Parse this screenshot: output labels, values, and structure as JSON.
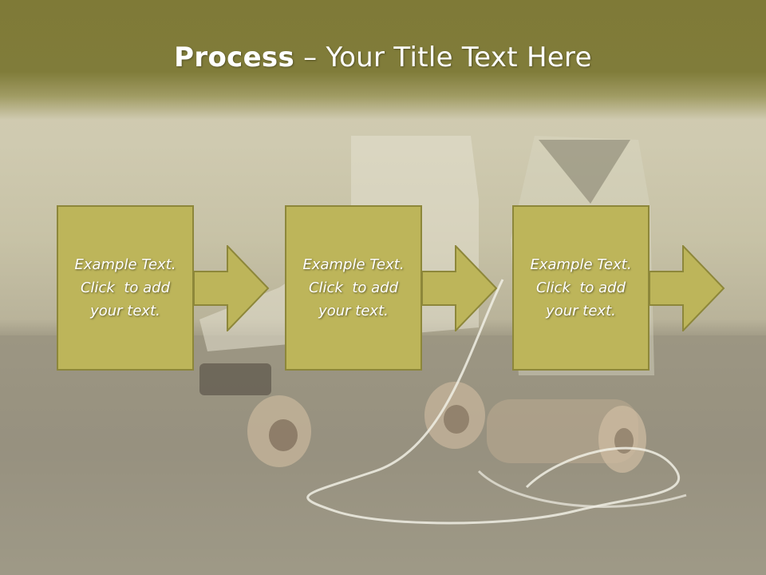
{
  "slide": {
    "title_bold": "Process",
    "title_rest": " – Your Title Text Here"
  },
  "steps": [
    {
      "line1": "Example Text.",
      "line2": "Click  to add",
      "line3": "your text."
    },
    {
      "line1": "Example Text.",
      "line2": "Click  to add",
      "line3": "your text."
    },
    {
      "line1": "Example Text.",
      "line2": "Click  to add",
      "line3": "your text."
    }
  ],
  "colors": {
    "header": "#7f7a37",
    "box_fill": "#bdb55a",
    "box_border": "#8d873a",
    "text": "#ffffff"
  }
}
